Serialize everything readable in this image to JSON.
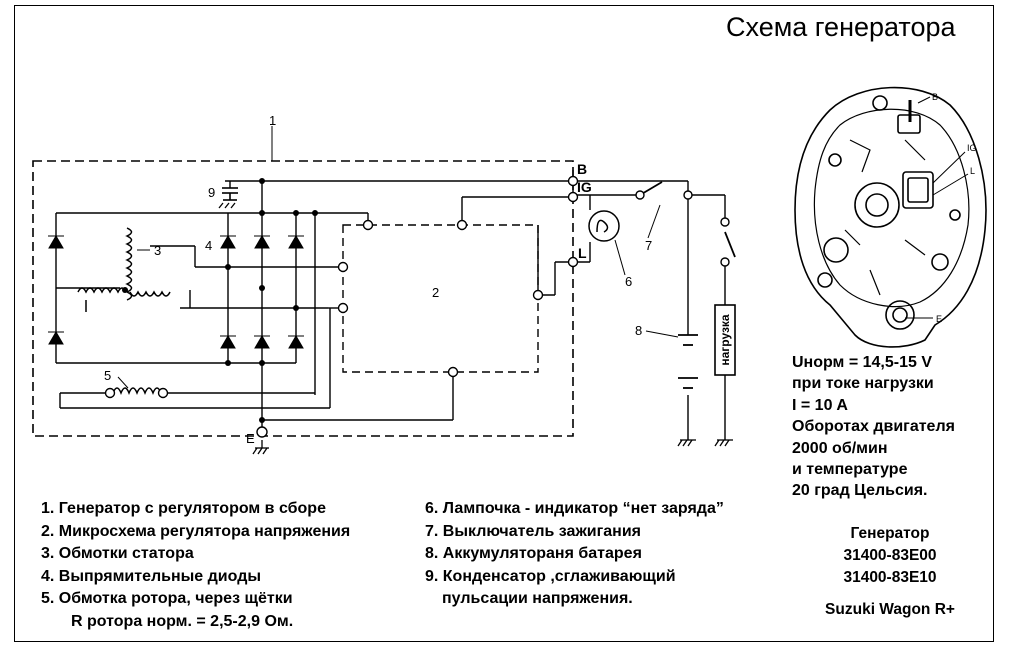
{
  "title": "Схема генератора",
  "labels": {
    "n1": "1",
    "n2": "2",
    "n3": "3",
    "n4": "4",
    "n5": "5",
    "n6": "6",
    "n7": "7",
    "n8": "8",
    "n9": "9",
    "B": "B",
    "IG": "IG",
    "L": "L",
    "E": "E",
    "load": "нагрузка"
  },
  "photo_labels": {
    "B": "B",
    "IG": "IG",
    "L": "L",
    "E": "E"
  },
  "legend_left": [
    "1. Генератор с регулятором в сборе",
    "2. Микросхема регулятора напряжения",
    "3. Обмотки статора",
    "4. Выпрямительные диоды",
    "5. Обмотка ротора, через щётки",
    "R ротора норм. = 2,5-2,9 Ом."
  ],
  "legend_right": [
    "6. Лампочка - индикатор “нет заряда”",
    "7. Выключатель зажигания",
    "8. Аккумулятораня батарея",
    "9. Конденсатор ,сглаживающий",
    "пульсации напряжения."
  ],
  "specs": [
    "Uнорм = 14,5-15 V",
    "при токе нагрузки",
    "I = 10 A",
    "Оборотах двигателя",
    "2000 об/мин",
    "и температуре",
    "20 град Цельсия."
  ],
  "generator": {
    "heading": "Генератор",
    "parts": [
      "31400-83E00",
      "31400-83E10"
    ],
    "vehicle": "Suzuki Wagon R+"
  }
}
